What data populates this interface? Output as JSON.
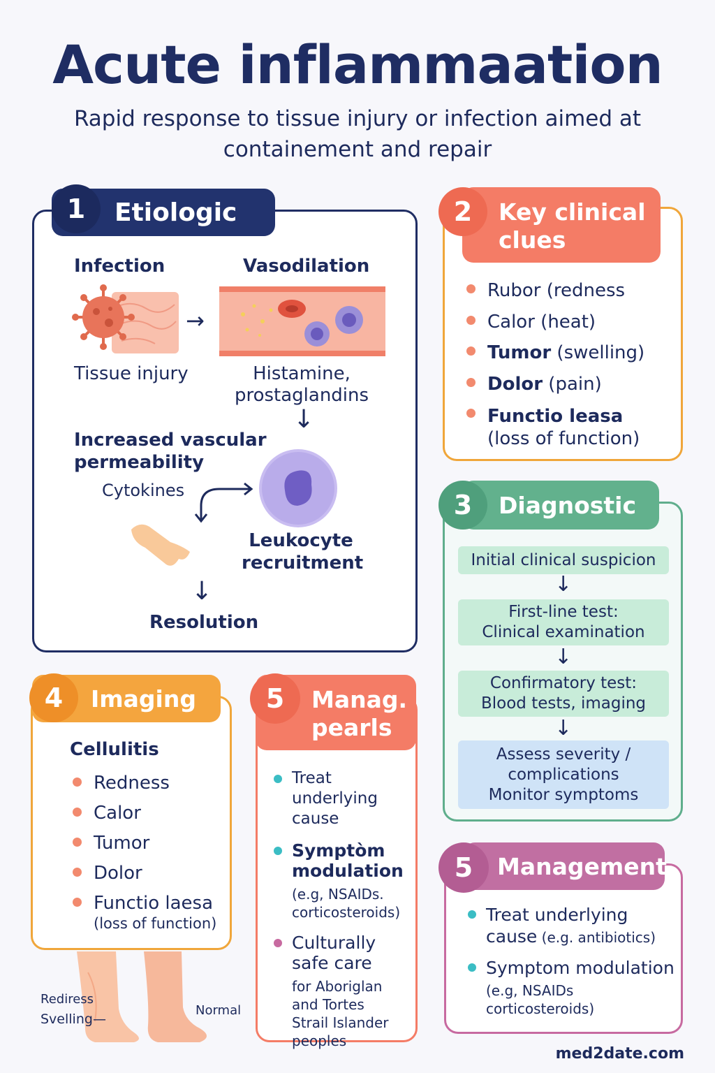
{
  "header": {
    "title": "Acute inflammaation",
    "subtitle": "Rapid response to tissue injury or infection aimed at containement and repair"
  },
  "etiologic": {
    "number": "1",
    "title": "Etiologic",
    "infection": "Infection",
    "tissue_injury": "Tissue injury",
    "vasodilation": "Vasodilation",
    "mediators_line1": "Histamine,",
    "mediators_line2": "prostaglandins",
    "permeability_line1": "Increased vascular",
    "permeability_line2": "permeability",
    "cytokines": "Cytokines",
    "leukocyte_line1": "Leukocyte",
    "leukocyte_line2": "recruitment",
    "resolution": "Resolution"
  },
  "clinical_clues": {
    "number": "2",
    "title_line1": "Key clinical",
    "title_line2": "clues",
    "items": [
      {
        "term": "Rubor (redness",
        "detail": ""
      },
      {
        "term": "Calor (heat)",
        "detail": ""
      },
      {
        "term": "Tumor",
        "detail": " (swelling)"
      },
      {
        "term": "Dolor",
        "detail": " (pain)"
      },
      {
        "term": "Functio leasa",
        "detail": "(loss of function)"
      }
    ]
  },
  "diagnostic": {
    "number": "3",
    "title": "Diagnostic",
    "steps": [
      {
        "line1": "Initial clinical suspicion",
        "line2": "",
        "line3": ""
      },
      {
        "line1": "First-line test:",
        "line2": "Clinical examination",
        "line3": ""
      },
      {
        "line1": "Confirmatory test:",
        "line2": "Blood tests, imaging",
        "line3": ""
      },
      {
        "line1": "Assess severity /",
        "line2": "complications",
        "line3": "Monitor symptoms"
      }
    ]
  },
  "imaging": {
    "number": "4",
    "title": "Imaging",
    "heading": "Cellulitis",
    "items": [
      "Redness",
      "Calor",
      "Tumor",
      "Dolor",
      "Functio laesa"
    ],
    "note": "(loss of function)",
    "leg_labels": {
      "left1": "Rediress",
      "left2": "Svelling",
      "right": "Normal"
    }
  },
  "manag_pearls": {
    "number": "5",
    "title_line1": "Manag.",
    "title_line2": "pearls",
    "items": [
      {
        "line1": "Treat underlying",
        "line2": "cause"
      },
      {
        "line1": "Symptòm",
        "line2": "modulation",
        "detail1": "(e.g, NSAIDs.",
        "detail2": "corticosteroids)"
      },
      {
        "line1": "Culturally",
        "line2": "safe care",
        "detail1": "for Aboriglan",
        "detail2": "and Tortes",
        "detail3": "Strail Islander",
        "detail4": "peoples"
      }
    ]
  },
  "management": {
    "number": "5",
    "title": "Management",
    "items": [
      {
        "line1": "Treat underlying",
        "line2": "cause",
        "detail": " (e.g. antibiotics)"
      },
      {
        "line1": "Symptom modulation",
        "detail1": "(e.g, NSAIDs",
        "detail2": "corticosteroids)"
      }
    ]
  },
  "footer": {
    "site": "med2date.com"
  }
}
